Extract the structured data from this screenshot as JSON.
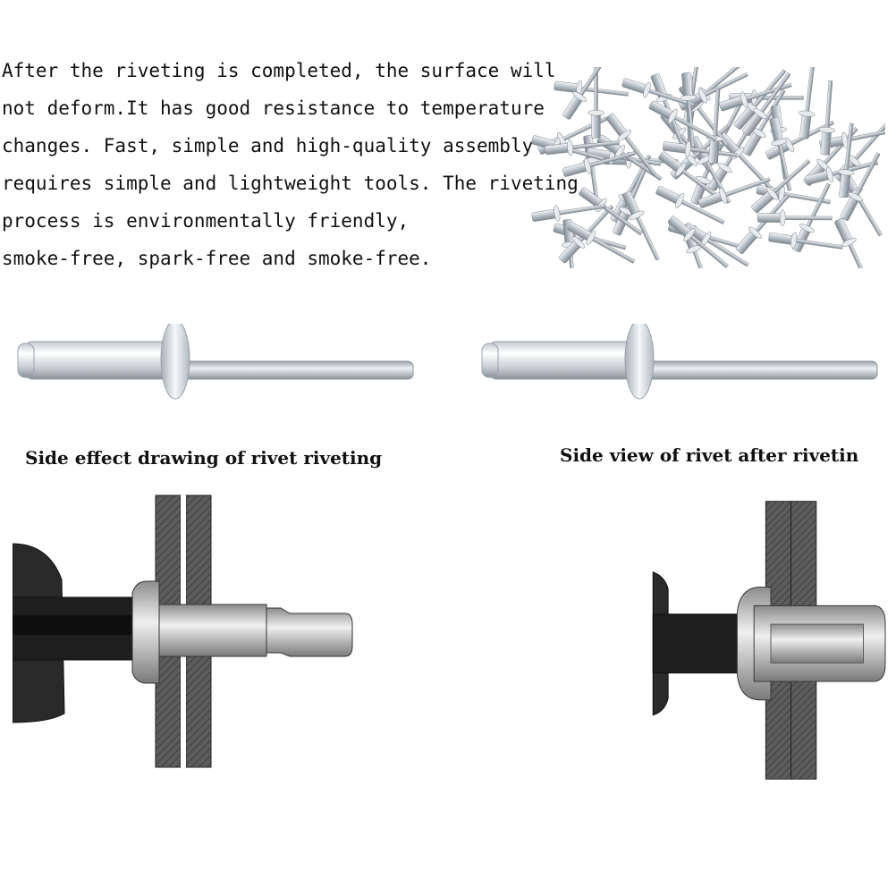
{
  "description": {
    "lines": [
      "After the riveting is completed, the surface will",
      "not deform.It has good resistance to temperature",
      "changes. Fast, simple and high-quality assembly",
      "requires simple and lightweight tools. The riveting",
      "process is environmentally friendly,",
      "smoke-free, spark-free and smoke-free."
    ]
  },
  "captions": {
    "left": "Side effect drawing of rivet riveting",
    "right": "Side view of rivet after rivetin"
  },
  "colors": {
    "text": "#111111",
    "metal": "#d9dee3",
    "plate": "#5a5a5a",
    "tool": "#222222"
  }
}
